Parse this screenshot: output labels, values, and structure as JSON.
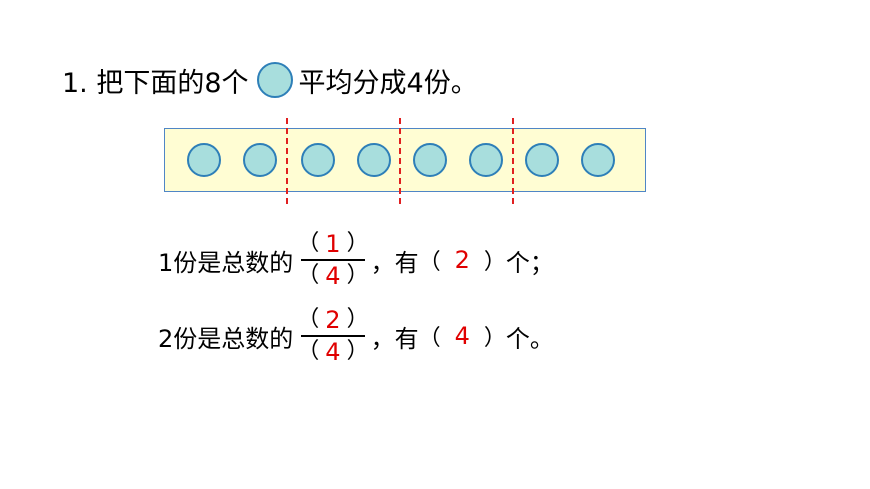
{
  "question": {
    "prefix": "1. 把下面的8个",
    "suffix": "平均分成4份。"
  },
  "row1": {
    "lead": "1份是总数的",
    "numerator": "1",
    "denominator": "4",
    "mid": "，有",
    "count": "2",
    "tail": "个；"
  },
  "row2": {
    "lead": "2份是总数的",
    "numerator": "2",
    "denominator": "4",
    "mid": "，有",
    "count": "4",
    "tail": "个。"
  },
  "symbols": {
    "open": "（",
    "close": "）"
  },
  "colors": {
    "circle_fill": "#a8dedd",
    "circle_stroke": "#2e7fb8",
    "box_fill": "#fffdd3",
    "box_border": "#4f86c6",
    "answer": "#e00000",
    "divider": "#e02020"
  }
}
